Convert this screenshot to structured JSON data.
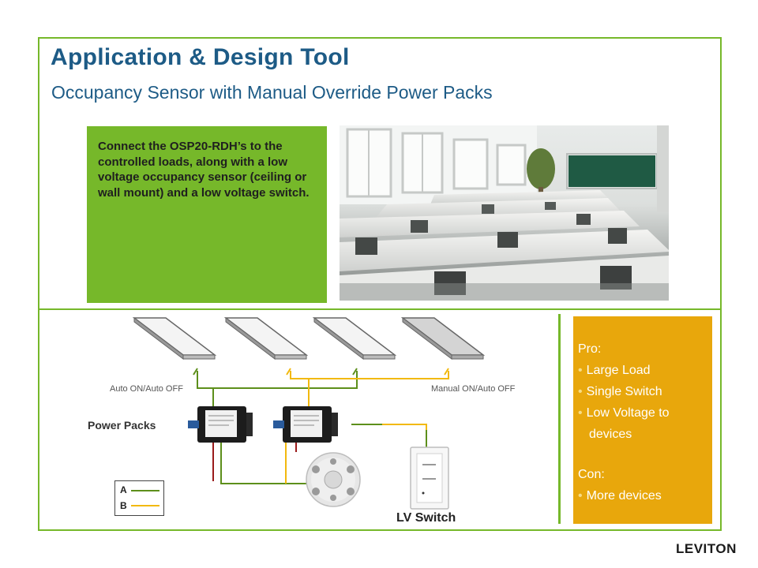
{
  "header": {
    "title": "Application & Design Tool",
    "subtitle": "Occupancy Sensor with Manual Override Power Packs"
  },
  "description": "Connect the OSP20-RDH’s to the controlled loads, along with a low voltage occupancy sensor (ceiling or wall mount) and a low voltage switch.",
  "diagram": {
    "label_auto": "Auto ON/Auto OFF",
    "label_manual": "Manual ON/Auto OFF",
    "label_power_packs": "Power Packs",
    "label_lv_switch": "LV Switch",
    "legend": {
      "a": "A",
      "b": "B"
    },
    "colors": {
      "wire_a": "#5d8f1b",
      "wire_b": "#f2b90e",
      "wire_red": "#9b1b1b",
      "accent": "#76b82a"
    }
  },
  "pros_cons": {
    "pro_heading": "Pro:",
    "pros": [
      "Large Load",
      "Single Switch",
      "Low Voltage to"
    ],
    "pros_cont": "devices",
    "con_heading": "Con:",
    "cons": [
      "More devices"
    ]
  },
  "brand": {
    "logo_text": "LEVITON"
  }
}
